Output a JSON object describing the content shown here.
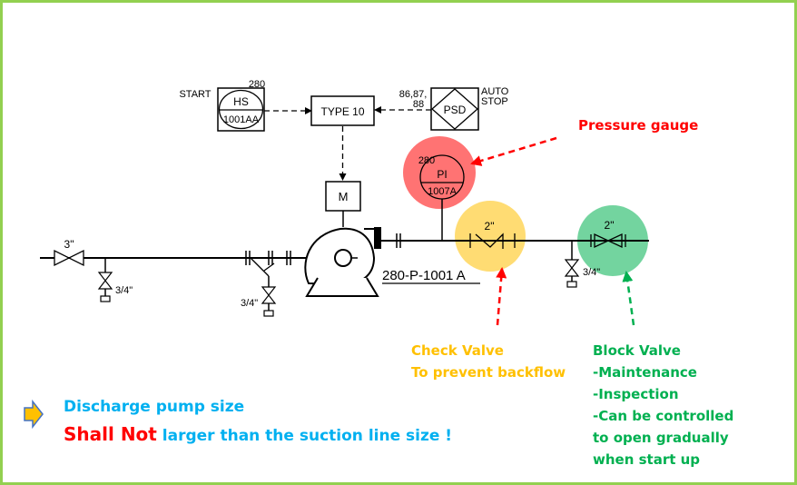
{
  "colors": {
    "frame_border": "#92d050",
    "pressure_gauge": "#ff0000",
    "check_valve": "#ffc000",
    "block_valve": "#00b050",
    "note_text": "#00b0f0",
    "shall_not": "#ff0000",
    "arrow_fill": "#ffc000",
    "arrow_stroke": "#4472c4"
  },
  "instruments": {
    "hs": {
      "tag": "HS",
      "number": "1001AA",
      "loop": "280",
      "side_label": "START"
    },
    "type10": {
      "label": "TYPE 10"
    },
    "psd": {
      "tag": "PSD",
      "refs_line1": "86,87,",
      "refs_line2": "88",
      "side_line1": "AUTO",
      "side_line2": "STOP"
    },
    "motor": {
      "label": "M"
    },
    "pi": {
      "loop": "280",
      "tag": "PI",
      "number": "1007A"
    }
  },
  "pipe": {
    "suction_valve_size": "3\"",
    "drain_size_1": "3/4\"",
    "drain_size_2": "3/4\"",
    "drain_size_3": "3/4\"",
    "check_valve_size": "2\"",
    "block_valve_size": "2\"",
    "pump_tag": "280-P-1001 A"
  },
  "annotations": {
    "pressure_gauge": "Pressure gauge",
    "check_valve_title": "Check Valve",
    "check_valve_desc": "To prevent backflow",
    "block_valve_title": "Block Valve",
    "block_valve_lines": [
      "-Maintenance",
      "-Inspection",
      "-Can be controlled",
      "to open gradually",
      "when start up"
    ]
  },
  "note": {
    "line1": "Discharge pump size",
    "line2_emphasis": "Shall Not",
    "line2_rest": " larger than the suction line size !",
    "bullet_icon": "arrow-right-icon"
  }
}
